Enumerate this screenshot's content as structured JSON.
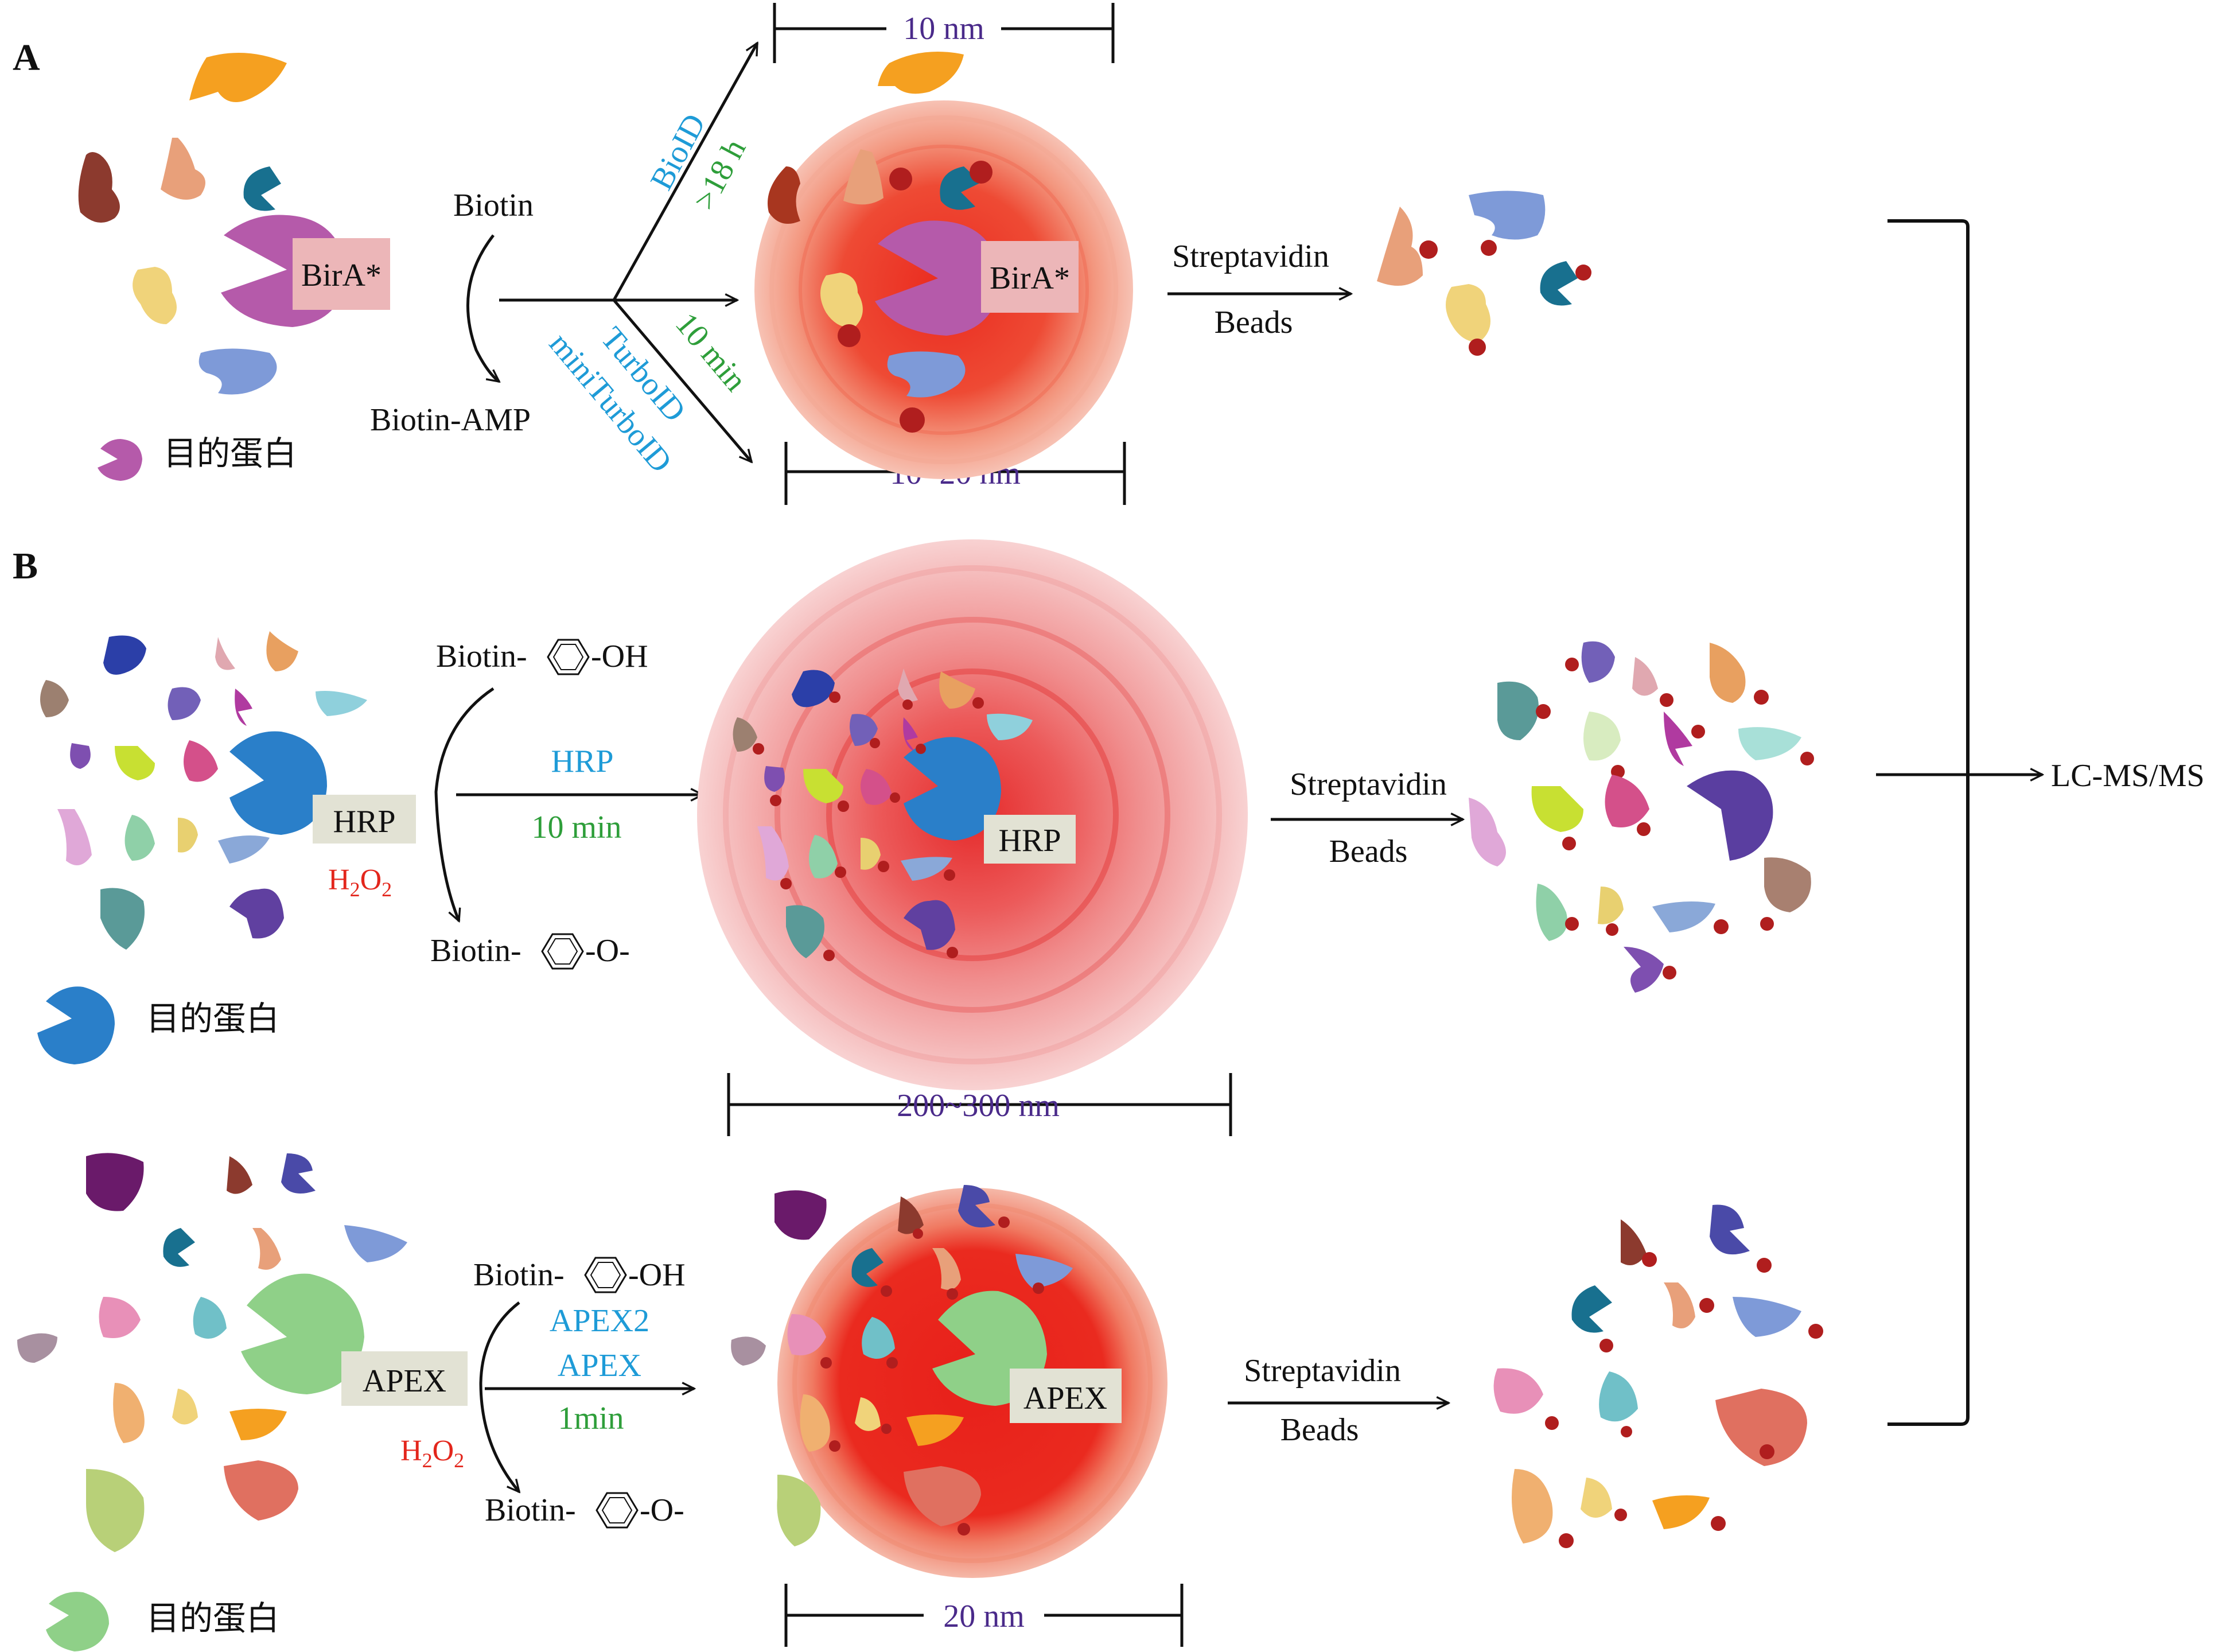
{
  "panel_a": {
    "label": "A",
    "enzyme": "BirA*",
    "biotin": "Biotin",
    "biotin_amp": "Biotin-AMP",
    "bioid": "BioID",
    "bioid_time": ">18 h",
    "turboid": "TurboID",
    "miniturboid": "miniTurboID",
    "turbo_time": "10 min",
    "scale_top": "10 nm",
    "scale_bottom": "10~20 nm",
    "streptavidin": "Streptavidin",
    "beads": "Beads",
    "legend": "目的蛋白"
  },
  "panel_b": {
    "label": "B",
    "hrp": {
      "enzyme": "HRP",
      "h2o2_main": "H",
      "h2o2_sub": "2",
      "h2o2_o": "O",
      "h2o2_sub2": "2",
      "substrate_prefix": "Biotin-",
      "substrate_suffix": "-OH",
      "product_prefix": "Biotin-",
      "product_suffix": "-O-",
      "arrow_top": "HRP",
      "arrow_bottom": "10 min",
      "scale": "200~300 nm",
      "streptavidin": "Streptavidin",
      "beads": "Beads",
      "legend": "目的蛋白"
    },
    "apex": {
      "enzyme": "APEX",
      "h2o2_main": "H",
      "h2o2_sub": "2",
      "h2o2_o": "O",
      "h2o2_sub2": "2",
      "substrate_prefix": "Biotin-",
      "substrate_suffix": "-OH",
      "product_prefix": "Biotin-",
      "product_suffix": "-O-",
      "arrow_line1": "APEX2",
      "arrow_line2": "APEX",
      "arrow_time": "1min",
      "scale": "20 nm",
      "streptavidin": "Streptavidin",
      "beads": "Beads",
      "legend": "目的蛋白"
    }
  },
  "output": "LC-MS/MS",
  "colors": {
    "bira": "#b55aaa",
    "hrp_blue": "#2a7fc9",
    "apex_green": "#8fd088",
    "biotin_dot": "#b01e1e",
    "label_box": "#e2e2d4",
    "bira_box": "#ecb6b8"
  }
}
